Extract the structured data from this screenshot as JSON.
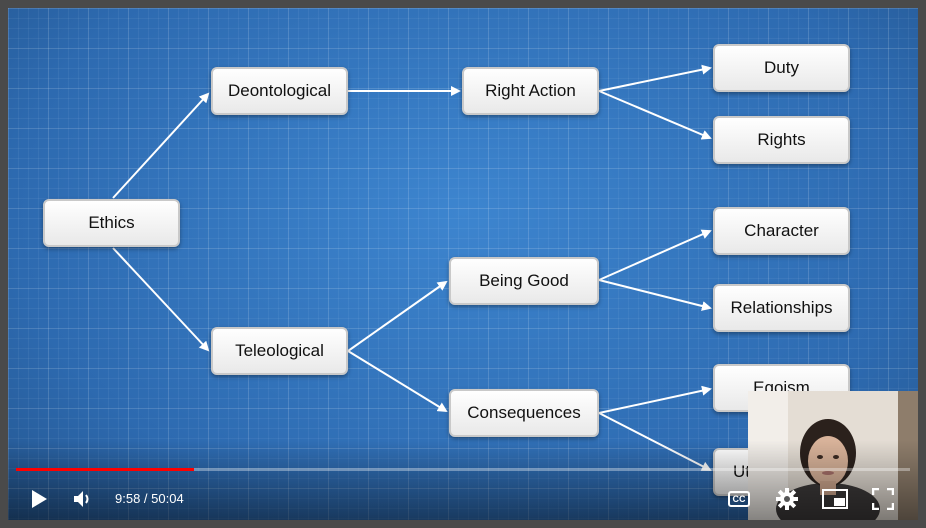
{
  "diagram": {
    "nodes": {
      "ethics": "Ethics",
      "deontological": "Deontological",
      "teleological": "Teleological",
      "right_action": "Right Action",
      "being_good": "Being Good",
      "consequences": "Consequences",
      "duty": "Duty",
      "rights": "Rights",
      "character": "Character",
      "relationships": "Relationships",
      "egoism": "Egoism",
      "utilitarianism_partial": "Ut"
    }
  },
  "player": {
    "current_time": "9:58",
    "separator": " / ",
    "duration": "50:04",
    "progress_fraction": 0.199,
    "cc_label": "CC",
    "accent_color": "#ff0000"
  },
  "icons": {
    "play": "play-icon",
    "volume": "volume-icon",
    "captions": "captions-icon",
    "settings": "gear-icon",
    "miniplayer": "miniplayer-icon",
    "fullscreen": "fullscreen-icon"
  }
}
